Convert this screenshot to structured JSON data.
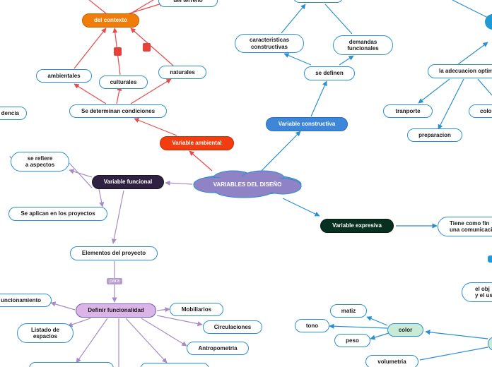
{
  "central": {
    "label": "VARIABLES DEL DISEÑO"
  },
  "branches": {
    "ambiental": "Variable ambiental",
    "constructiva": "Variable constructiva",
    "funcional": "Variable funcional",
    "expresiva": "Variable expresiva"
  },
  "ambiental": {
    "del_contexto": "del contexto",
    "del_terreno": "del terreno",
    "se_determinan": "Se determinan condiciones",
    "ambientales": "ambientales",
    "culturales": "culturales",
    "naturales": "naturales",
    "dencia": "dencia"
  },
  "constructiva": {
    "caracteristicas": "caracteristicas\nconstructivas",
    "demandas": "demandas\nfuncionales",
    "se_definen": "se definen",
    "adecuacion": "la adecuacion optim",
    "transporte": "tranporte",
    "preparacion": "preparacion",
    "colo": "colo"
  },
  "funcional": {
    "se_refiere": "se refiere\na aspectos",
    "se_aplican": "Se aplican en los proyectos",
    "elementos": "Elementos del proyecto",
    "para": "para",
    "definir": "Definir funcionalidad",
    "funcionamiento": "uncionamiento",
    "listado": "Listado de\nespacios",
    "mobiliarios": "Mobiliarios",
    "circulaciones": "Circulaciones",
    "antropometria": "Antropometria"
  },
  "expresiva": {
    "tiene_como_fin": "Tiene como fin\nuna comunicaci",
    "el_obj": "el obj\ny el us",
    "color": "color",
    "matiz": "matiz",
    "tono": "tono",
    "peso": "peso",
    "volumetria": "volumetria"
  },
  "colors": {
    "blue_line": "#2a8fd0",
    "red_line": "#e84a4a",
    "purple_line": "#a78bc7",
    "cloud": "#8f83c6"
  }
}
